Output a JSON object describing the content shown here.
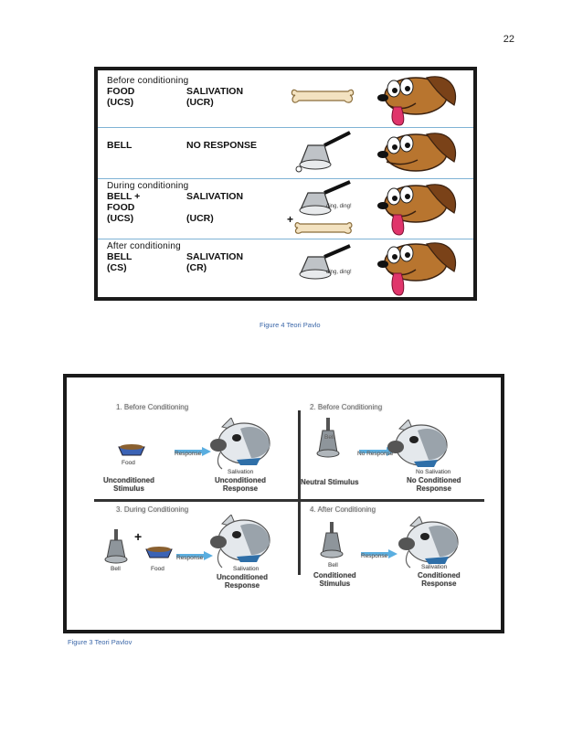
{
  "page_number": "22",
  "figure4": {
    "caption": "Figure 4 Teori Pavlo",
    "rows": [
      {
        "stage": "Before conditioning",
        "stimulus": "FOOD\n(UCS)",
        "response": "SALIVATION\n(UCR)"
      },
      {
        "stage": "",
        "stimulus": "BELL",
        "response": "NO RESPONSE"
      },
      {
        "stage": "During conditioning",
        "stimulus": "BELL +\nFOOD\n(UCS)",
        "response": "SALIVATION\n\n(UCR)"
      },
      {
        "stage": "After conditioning",
        "stimulus": "BELL\n(CS)",
        "response": "SALIVATION\n(CR)"
      }
    ],
    "ding_text": "ding, ding!",
    "plus": "+"
  },
  "figure3": {
    "caption": "Figure 3 Teori Pavlov",
    "quadrants": {
      "q1": {
        "title": "1. Before Conditioning",
        "item_small": "Food",
        "arrow_small": "Response",
        "dog_small": "Salivation",
        "cap_left": "Unconditioned\nStimulus",
        "cap_right": "Unconditioned\nResponse"
      },
      "q2": {
        "title": "2. Before Conditioning",
        "item_small": "Bell",
        "arrow_small": "No Response",
        "dog_small": "No Salivation",
        "cap_left": "Neutral Stimulus",
        "cap_right": "No Conditioned\nResponse"
      },
      "q3": {
        "title": "3. During Conditioning",
        "bell_small": "Bell",
        "food_small": "Food",
        "arrow_small": "Response",
        "dog_small": "Salivation",
        "cap_right": "Unconditioned\nResponse",
        "plus": "+"
      },
      "q4": {
        "title": "4. After Conditioning",
        "item_small": "Bell",
        "arrow_small": "Response",
        "dog_small": "Salivation",
        "cap_left": "Conditioned\nStimulus",
        "cap_right": "Conditioned\nResponse"
      }
    }
  },
  "colors": {
    "caption_blue": "#3a66a8",
    "divider_blue": "#7fb3d5",
    "dog_brown": "#b8752f",
    "tongue_pink": "#e0356b"
  }
}
